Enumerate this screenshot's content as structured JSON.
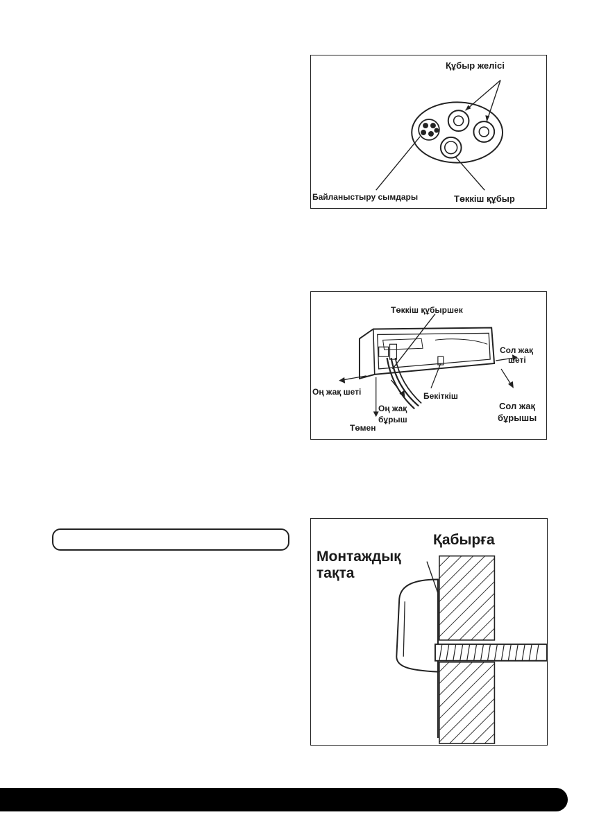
{
  "figure1": {
    "pipe_line": "Құбыр желісі",
    "connecting_wires": "Байланыстыру сымдары",
    "drain_pipe": "Төккіш құбыр"
  },
  "figure2": {
    "drain_hose": "Төккіш құбыршек",
    "left_side_line1": "Сол жақ",
    "left_side_line2": "шеті",
    "right_side": "Оң жақ шеті",
    "fastener": "Бекіткіш",
    "right_turn_line1": "Оң жақ",
    "right_turn_line2": "бұрыш",
    "down": "Төмен",
    "left_turn_line1": "Сол жақ",
    "left_turn_line2": "бұрышы"
  },
  "figure3": {
    "wall": "Қабырға",
    "mounting_plate_line1": "Монтаждық",
    "mounting_plate_line2": "тақта"
  }
}
